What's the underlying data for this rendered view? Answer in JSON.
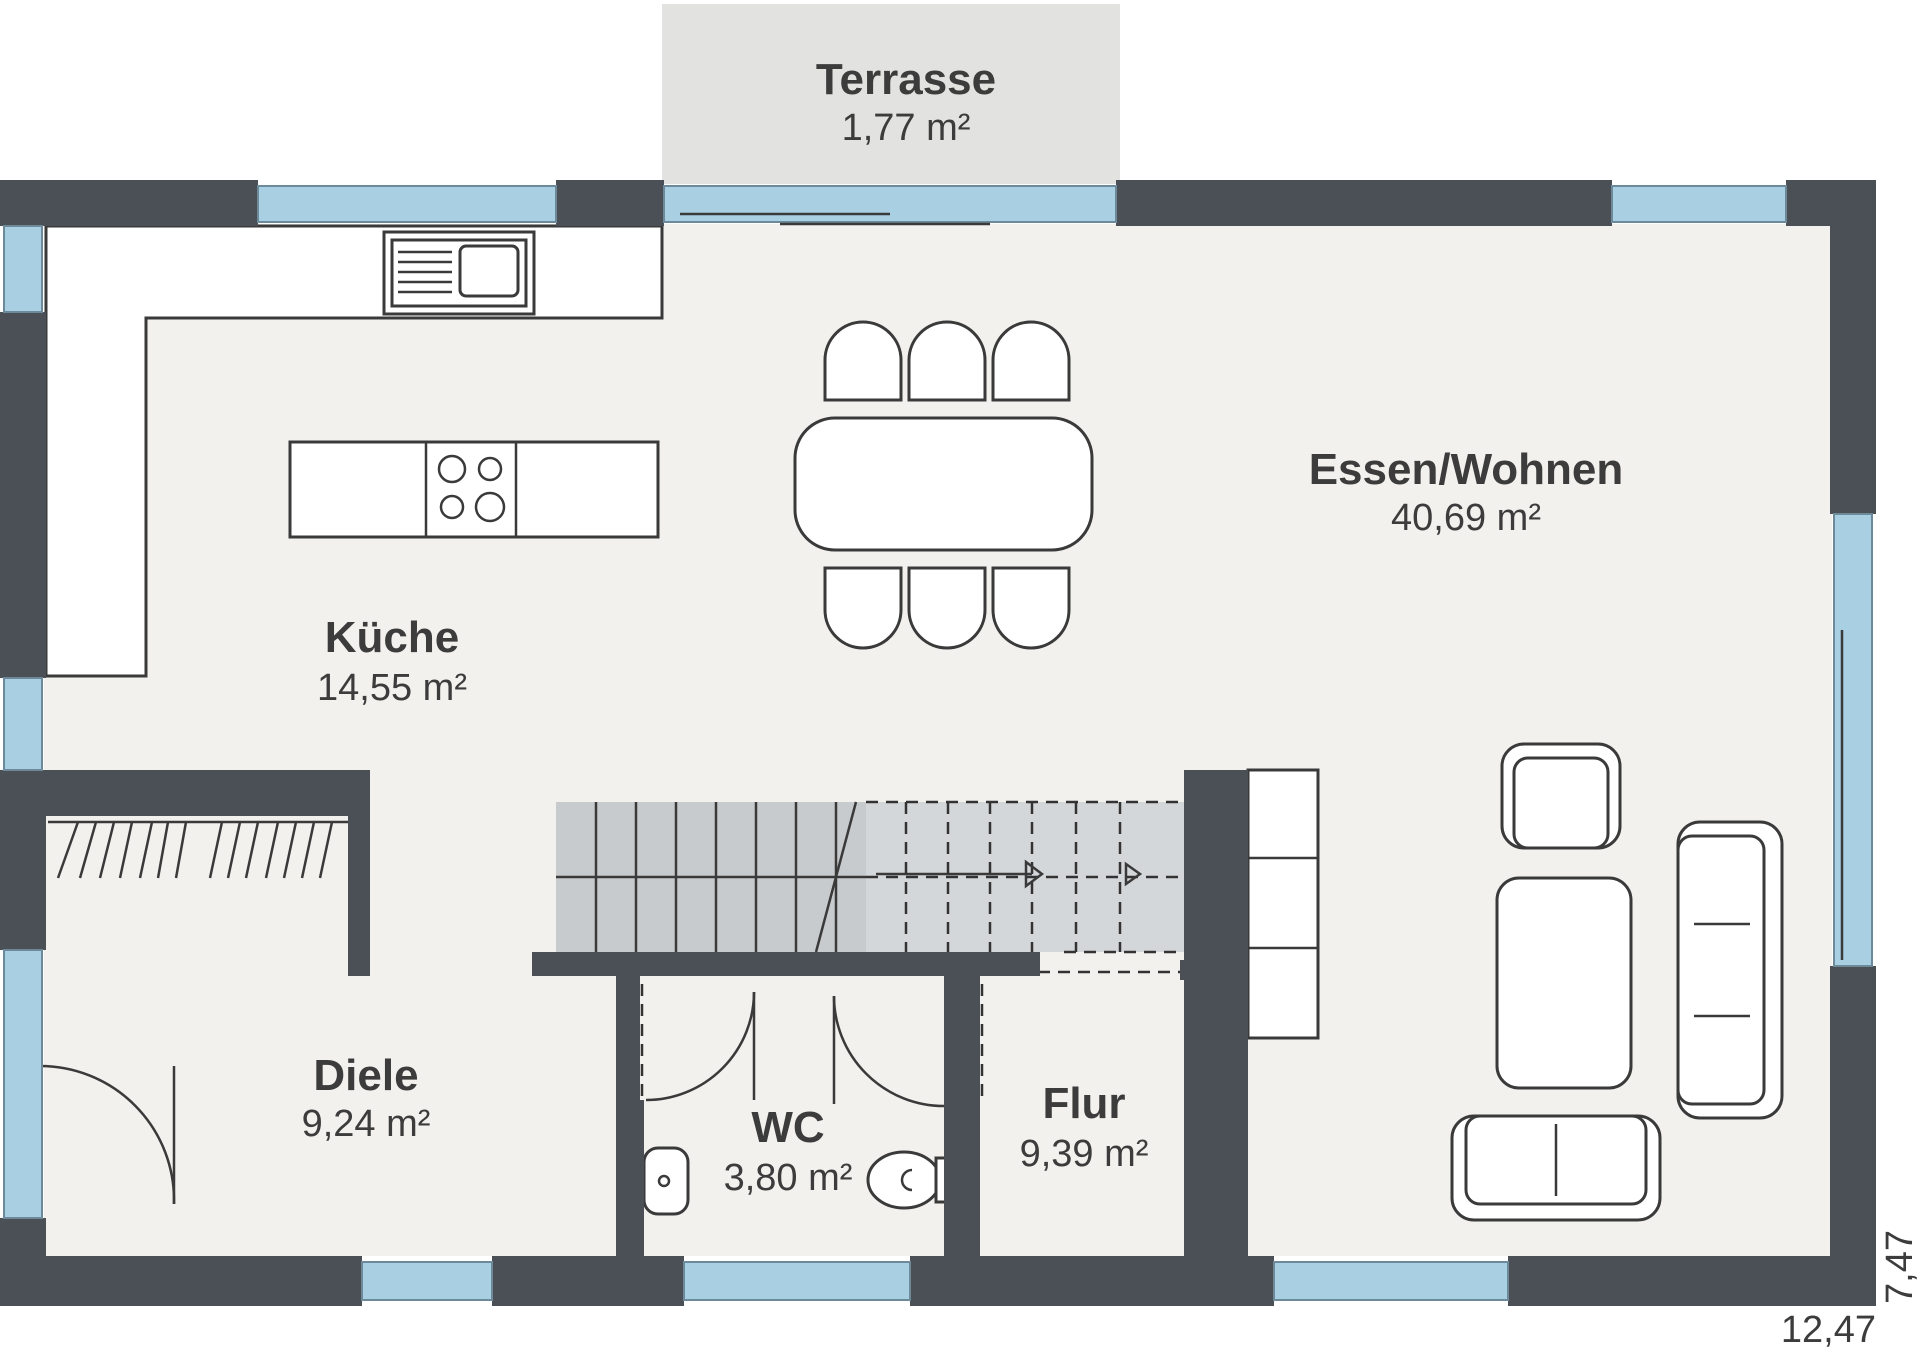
{
  "rooms": {
    "terrasse": {
      "name": "Terrasse",
      "area": "1,77 m²"
    },
    "kueche": {
      "name": "Küche",
      "area": "14,55 m²"
    },
    "essen": {
      "name": "Essen/Wohnen",
      "area": "40,69 m²"
    },
    "diele": {
      "name": "Diele",
      "area": "9,24 m²"
    },
    "wc": {
      "name": "WC",
      "area": "3,80 m²"
    },
    "flur": {
      "name": "Flur",
      "area": "9,39 m²"
    }
  },
  "dimensions": {
    "width": "12,47",
    "depth": "7,47"
  },
  "colors": {
    "wall": "#4a5056",
    "floor": "#f3f1ee",
    "window": "#a9cfe3",
    "terrace": "#e2e2e0",
    "stairs": "#c8cbcd",
    "text": "#3c3c3c"
  }
}
